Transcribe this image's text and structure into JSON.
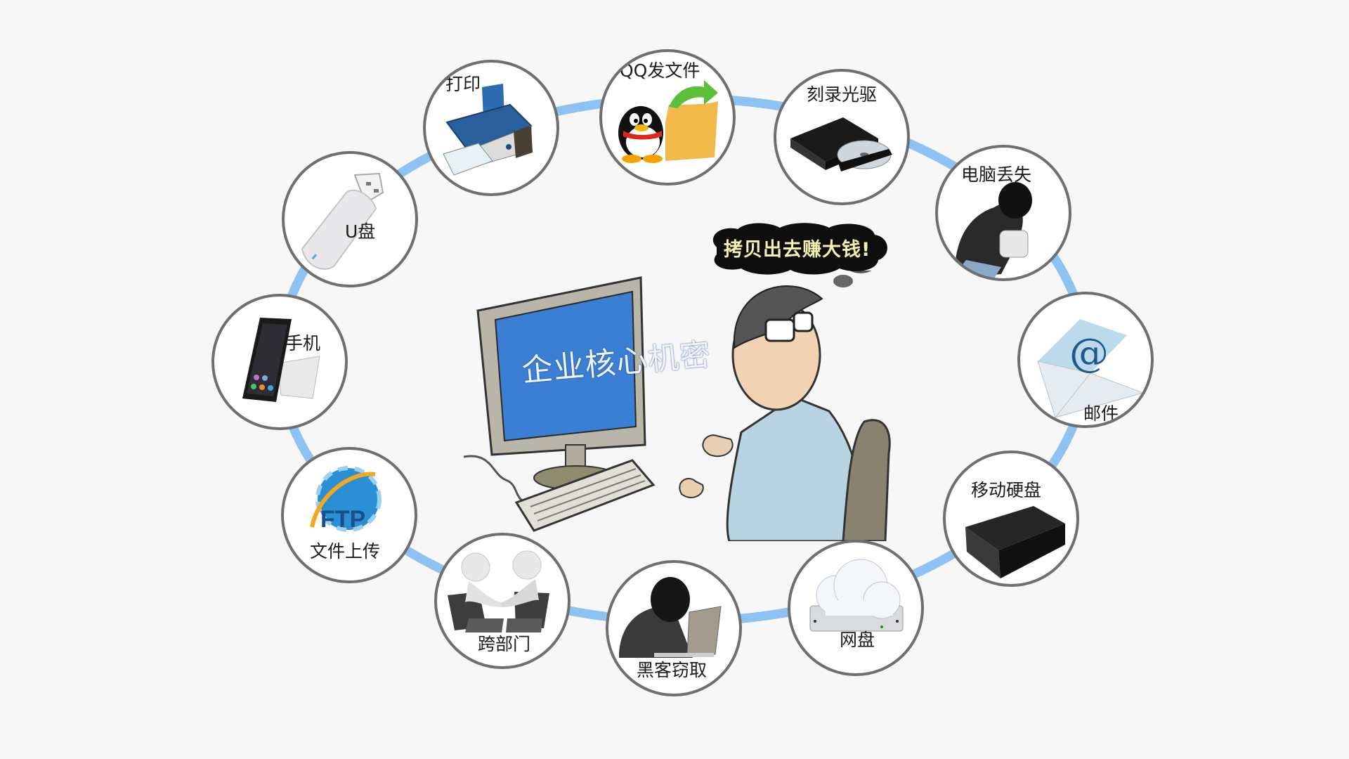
{
  "diagram": {
    "center": {
      "screen_text": "企业核心机密",
      "thought_bubble": "拷贝出去赚大钱!"
    },
    "ring_color": "#8ec2f3",
    "circle_border_color": "#6f6f6f",
    "channels": [
      {
        "id": "print",
        "label": "打印",
        "icon": "printer-icon"
      },
      {
        "id": "qq",
        "label": "QQ发文件",
        "icon": "qq-penguin-folder-icon"
      },
      {
        "id": "burner",
        "label": "刻录光驱",
        "icon": "optical-drive-icon"
      },
      {
        "id": "lost",
        "label": "电脑丢失",
        "icon": "thief-laptop-icon"
      },
      {
        "id": "email",
        "label": "邮件",
        "icon": "email-envelope-icon"
      },
      {
        "id": "hdd",
        "label": "移动硬盘",
        "icon": "external-hdd-icon"
      },
      {
        "id": "cloud",
        "label": "网盘",
        "icon": "cloud-drive-icon"
      },
      {
        "id": "hacker",
        "label": "黑客窃取",
        "icon": "hacker-icon"
      },
      {
        "id": "dept",
        "label": "跨部门",
        "icon": "handshake-icon"
      },
      {
        "id": "ftp",
        "label": "文件上传",
        "icon": "ftp-globe-icon",
        "icon_text": "FTP"
      },
      {
        "id": "phone",
        "label": "手机",
        "icon": "smartphone-icon"
      },
      {
        "id": "usb",
        "label": "U盘",
        "icon": "usb-drive-icon"
      }
    ]
  }
}
